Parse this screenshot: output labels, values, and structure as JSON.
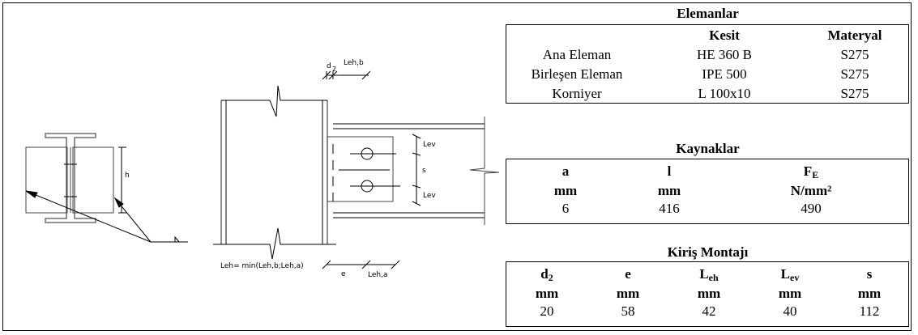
{
  "drawing": {
    "labels": {
      "h": "h",
      "d2": "d",
      "d2_sub": "2",
      "leh_b": "Leh,b",
      "lev_top": "Lev",
      "s": "s",
      "lev_bottom": "Lev",
      "leh_formula": "Leh= min(Leh,b;Leh,a)",
      "e": "e",
      "leh_a": "Leh,a"
    }
  },
  "elemanlar": {
    "title": "Elemanlar",
    "headers": [
      "",
      "Kesit",
      "Materyal"
    ],
    "rows": [
      [
        "Ana Eleman",
        "HE 360 B",
        "S275"
      ],
      [
        "Birleşen Eleman",
        "IPE 500",
        "S275"
      ],
      [
        "Korniyer",
        "L 100x10",
        "S275"
      ]
    ]
  },
  "kaynaklar": {
    "title": "Kaynaklar",
    "headers": [
      {
        "main": "a",
        "sub": ""
      },
      {
        "main": "l",
        "sub": ""
      },
      {
        "main": "F",
        "sub": "E"
      }
    ],
    "units": [
      "mm",
      "mm",
      "N/mm²"
    ],
    "values": [
      "6",
      "416",
      "490"
    ]
  },
  "kiris_montaji": {
    "title": "Kiriş Montajı",
    "headers": [
      {
        "main": "d",
        "sub": "2"
      },
      {
        "main": "e",
        "sub": ""
      },
      {
        "main": "L",
        "sub": "eh"
      },
      {
        "main": "L",
        "sub": "ev"
      },
      {
        "main": "s",
        "sub": ""
      }
    ],
    "units": [
      "mm",
      "mm",
      "mm",
      "mm",
      "mm"
    ],
    "values": [
      "20",
      "58",
      "42",
      "40",
      "112"
    ]
  }
}
